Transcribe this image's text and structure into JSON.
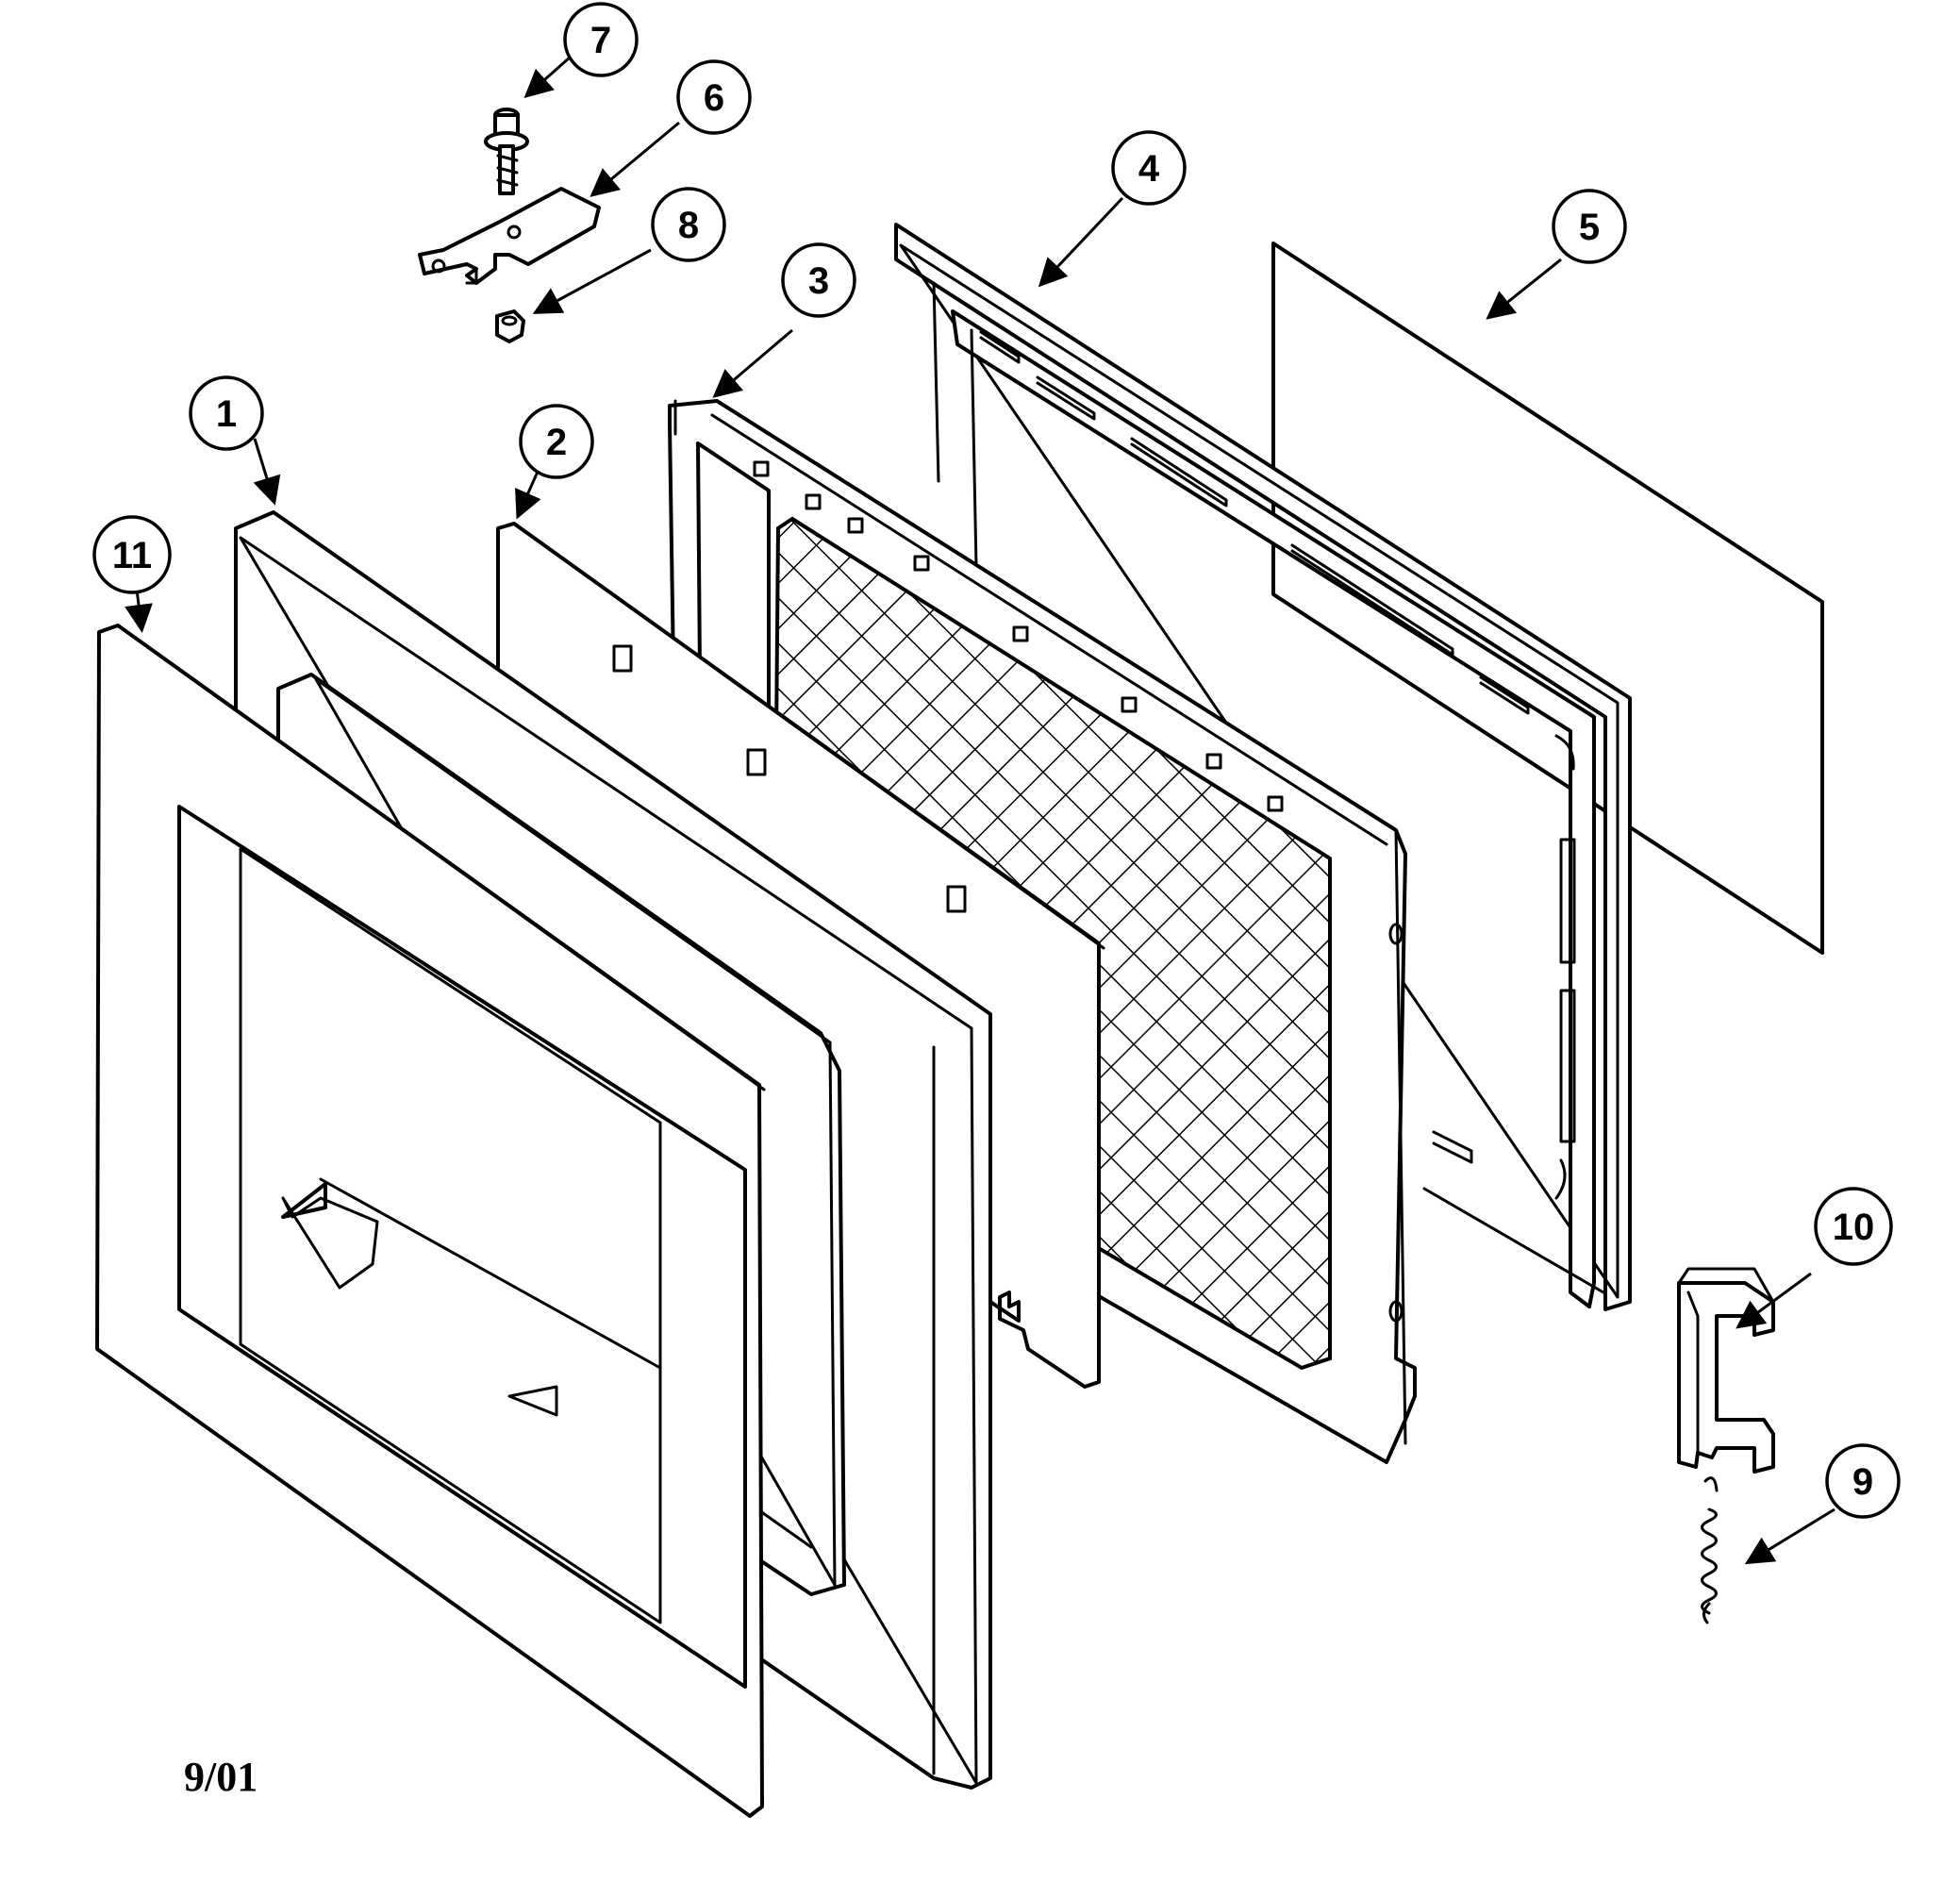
{
  "diagram": {
    "callouts": [
      {
        "id": "1",
        "label": "1"
      },
      {
        "id": "2",
        "label": "2"
      },
      {
        "id": "3",
        "label": "3"
      },
      {
        "id": "4",
        "label": "4"
      },
      {
        "id": "5",
        "label": "5"
      },
      {
        "id": "6",
        "label": "6"
      },
      {
        "id": "7",
        "label": "7"
      },
      {
        "id": "8",
        "label": "8"
      },
      {
        "id": "9",
        "label": "9"
      },
      {
        "id": "10",
        "label": "10"
      },
      {
        "id": "11",
        "label": "11"
      }
    ],
    "date_code": "9/01"
  }
}
